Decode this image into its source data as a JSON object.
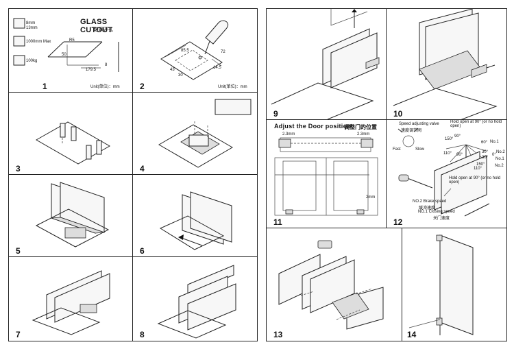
{
  "left_steps": [
    {
      "num": "1",
      "title": "GLASS CUTOUT",
      "title_cn": "玻璃开孔",
      "unit": "Unit(单位)：mm",
      "dims": [
        "8mm",
        "13mm",
        "1000mm Max",
        "100kg",
        "50",
        "179.5",
        "R5",
        "8"
      ]
    },
    {
      "num": "2",
      "unit": "Unit(单位)：mm",
      "dims": [
        "85.5",
        "43",
        "14.5",
        "30",
        "72"
      ]
    },
    {
      "num": "3"
    },
    {
      "num": "4"
    },
    {
      "num": "5"
    },
    {
      "num": "6"
    },
    {
      "num": "7"
    },
    {
      "num": "8"
    }
  ],
  "right_steps": [
    {
      "num": "9"
    },
    {
      "num": "10"
    },
    {
      "num": "11",
      "title": "Adjust the Door position",
      "title_cn": "调整门的位置",
      "dims": [
        "2.3mm",
        "2.3mm",
        "2mm"
      ]
    },
    {
      "num": "12",
      "labels": [
        "Speed adjusting valve",
        "速度调节阀",
        "Fast",
        "Slow",
        "Hold open at 90° (or no hold open)",
        "Hold open at 90° (or no hold open)",
        "No.1",
        "No.2",
        "No.1",
        "No.2",
        "NO.2 Brake speed",
        "缓冲速度",
        "NO.1 Closing speed",
        "关门速度",
        "150°",
        "150°",
        "110°",
        "110°",
        "90°",
        "90°",
        "60°",
        "30°",
        "30°",
        "0°"
      ]
    },
    {
      "num": "13"
    },
    {
      "num": "14"
    }
  ]
}
